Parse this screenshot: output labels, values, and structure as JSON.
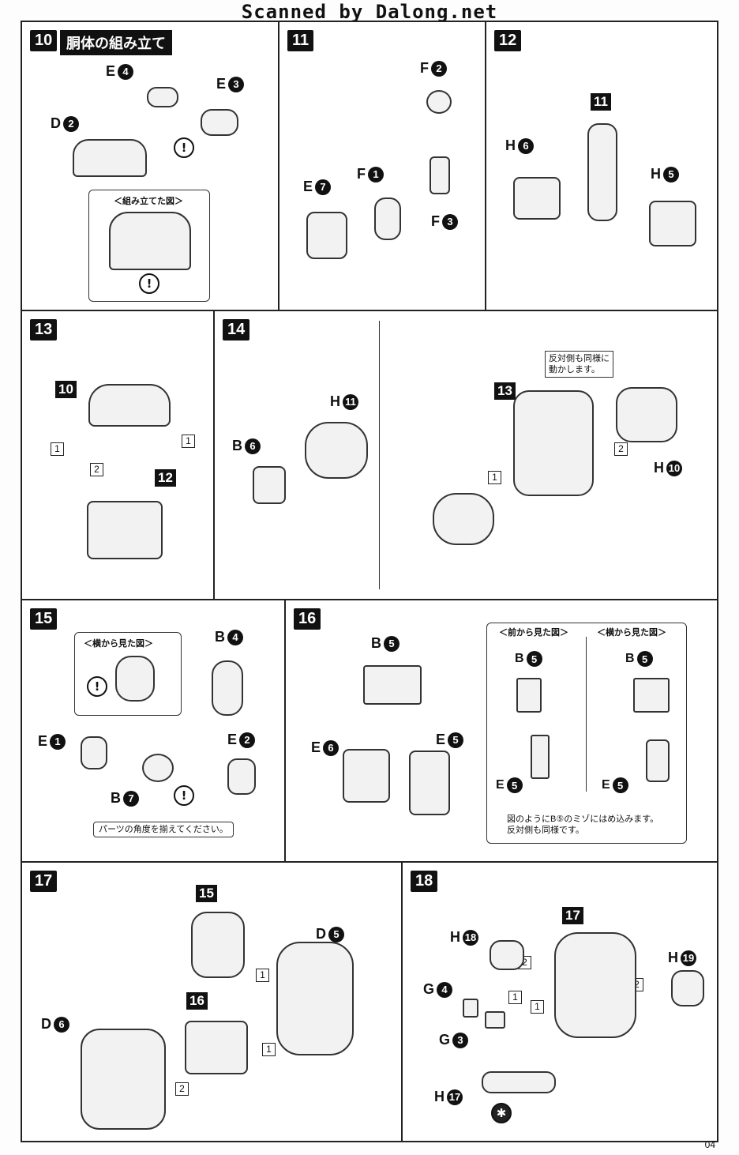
{
  "banner": "Scanned by Dalong.net",
  "page_number": "04",
  "steps": {
    "s10": {
      "num": "10",
      "title": "胴体の組み立て",
      "labels": [
        "E",
        "E",
        "D"
      ],
      "nums": [
        "4",
        "3",
        "2"
      ],
      "callout": "＜組み立てた図＞",
      "warn": "!"
    },
    "s11": {
      "num": "11",
      "labels": [
        "F",
        "F",
        "E",
        "F"
      ],
      "nums": [
        "2",
        "1",
        "7",
        "3"
      ]
    },
    "s12": {
      "num": "12",
      "ref": "11",
      "labels": [
        "H",
        "H"
      ],
      "nums": [
        "6",
        "5"
      ]
    },
    "s13": {
      "num": "13",
      "refs": [
        "10",
        "12"
      ],
      "boxnums": [
        "1",
        "1",
        "2"
      ]
    },
    "s14": {
      "num": "14",
      "labels": [
        "H",
        "B",
        "H"
      ],
      "nums": [
        "11",
        "6",
        "10"
      ],
      "ref": "13",
      "boxnums": [
        "1",
        "2"
      ],
      "note": "反対側も同様に\n動かします。"
    },
    "s15": {
      "num": "15",
      "callout": "＜横から見た図＞",
      "labels": [
        "B",
        "E",
        "E",
        "B"
      ],
      "nums": [
        "4",
        "1",
        "2",
        "7"
      ],
      "note": "パーツの角度を揃えてください。"
    },
    "s16": {
      "num": "16",
      "labels": [
        "B",
        "E",
        "E"
      ],
      "nums": [
        "5",
        "6",
        "5"
      ],
      "front_view": "＜前から見た図＞",
      "side_view": "＜横から見た図＞",
      "view_labels": [
        "B",
        "E",
        "B",
        "E"
      ],
      "view_nums": [
        "5",
        "5",
        "5",
        "5"
      ],
      "note": "図のようにB⑤のミゾにはめ込みます。\n反対側も同様です。"
    },
    "s17": {
      "num": "17",
      "refs": [
        "15",
        "16"
      ],
      "labels": [
        "D",
        "D"
      ],
      "nums": [
        "5",
        "6"
      ],
      "boxnums": [
        "1",
        "1",
        "2"
      ]
    },
    "s18": {
      "num": "18",
      "ref": "17",
      "labels": [
        "H",
        "H",
        "G",
        "G",
        "H"
      ],
      "nums": [
        "18",
        "19",
        "4",
        "3",
        "17"
      ],
      "boxnums": [
        "2",
        "2",
        "1",
        "1"
      ]
    }
  }
}
